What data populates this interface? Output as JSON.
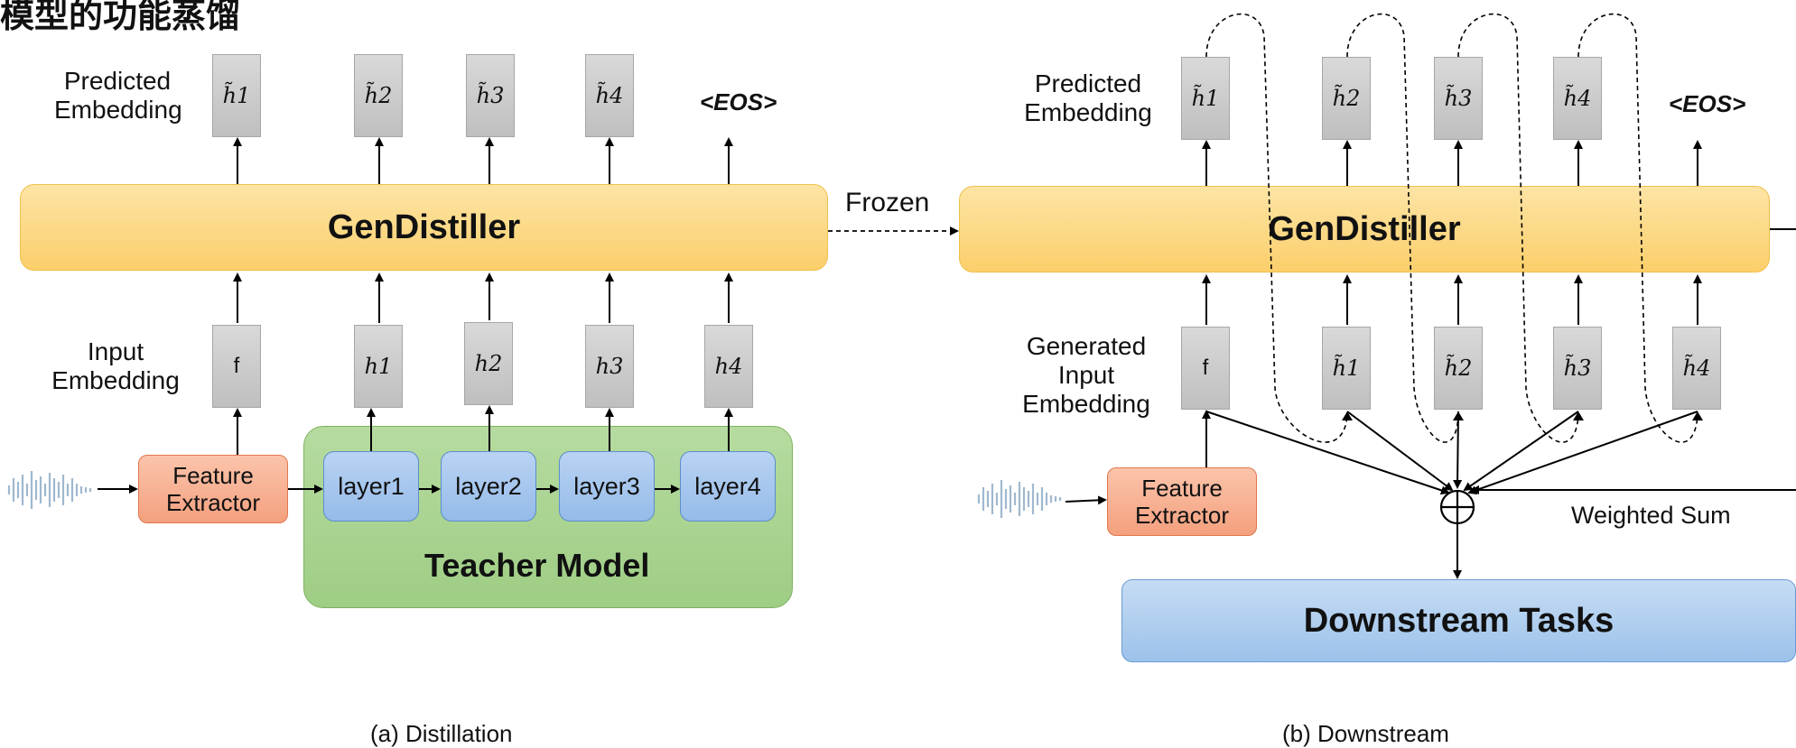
{
  "header": {
    "title_fragment": "模型的功能蒸馏"
  },
  "distillation": {
    "predicted_label": "Predicted\nEmbedding",
    "input_label": "Input\nEmbedding",
    "predicted": [
      "h̃1",
      "h̃2",
      "h̃3",
      "h̃4"
    ],
    "eos": "<EOS>",
    "gendistiller": "GenDistiller",
    "inputs": [
      "f",
      "h1",
      "h2",
      "h3",
      "h4"
    ],
    "feature_extractor": "Feature\nExtractor",
    "layers": [
      "layer1",
      "layer2",
      "layer3",
      "layer4"
    ],
    "teacher": "Teacher Model",
    "caption": "(a) Distillation"
  },
  "frozen_label": "Frozen",
  "downstream": {
    "predicted_label": "Predicted\nEmbedding",
    "input_label": "Generated\nInput\nEmbedding",
    "predicted": [
      "h̃1",
      "h̃2",
      "h̃3",
      "h̃4"
    ],
    "eos": "<EOS>",
    "gendistiller": "GenDistiller",
    "inputs": [
      "f",
      "h̃1",
      "h̃2",
      "h̃3",
      "h̃4"
    ],
    "feature_extractor": "Feature\nExtractor",
    "weighted_sum": "Weighted Sum",
    "tasks": "Downstream Tasks",
    "caption": "(b) Downstream"
  }
}
